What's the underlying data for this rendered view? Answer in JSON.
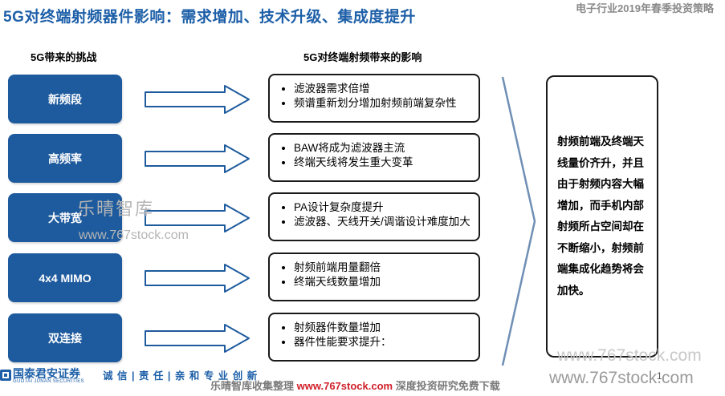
{
  "header": {
    "title": "5G对终端射频器件影响：需求增加、技术升级、集成度提升",
    "report_tag": "电子行业2019年春季投资策略"
  },
  "columns": {
    "challenges_heading": "5G带来的挑战",
    "impacts_heading": "5G对终端射频带来的影响"
  },
  "rows": [
    {
      "challenge": "新频段",
      "impacts": [
        "滤波器需求倍增",
        "频谱重新划分增加射频前端复杂性"
      ]
    },
    {
      "challenge": "高频率",
      "impacts": [
        "BAW将成为滤波器主流",
        "终端天线将发生重大变革"
      ]
    },
    {
      "challenge": "大带宽",
      "impacts": [
        "PA设计复杂度提升",
        "滤波器、天线开关/调谐设计难度加大"
      ]
    },
    {
      "challenge": "4x4 MIMO",
      "impacts": [
        "射频前端用量翻倍",
        "终端天线数量增加"
      ]
    },
    {
      "challenge": "双连接",
      "impacts": [
        "射频器件数量增加",
        "器件性能要求提升："
      ]
    }
  ],
  "conclusion": "射频前端及终端天线量价齐升，并且由于射频内容大幅增加，而手机内部射频所占空间却在不断缩小，射频前端集成化趋势将会加快。",
  "watermarks": {
    "cn": "乐晴智库",
    "url": "www.767stock.com"
  },
  "footer": {
    "brand": "国泰君安证券",
    "brand_en": "GUOTAI JUNAN SECURITIES",
    "motto": "诚 信 | 责 任 | 亲 和   专 业 创 新",
    "note_prefix": "乐晴智库收集整理 ",
    "note_url": "www.767stock.com",
    "note_suffix": " 深度投资研究免费下载",
    "page": "1"
  },
  "colors": {
    "accent": "#1e5b9e",
    "title": "#1d5fa8",
    "url_red": "#d0202a"
  }
}
